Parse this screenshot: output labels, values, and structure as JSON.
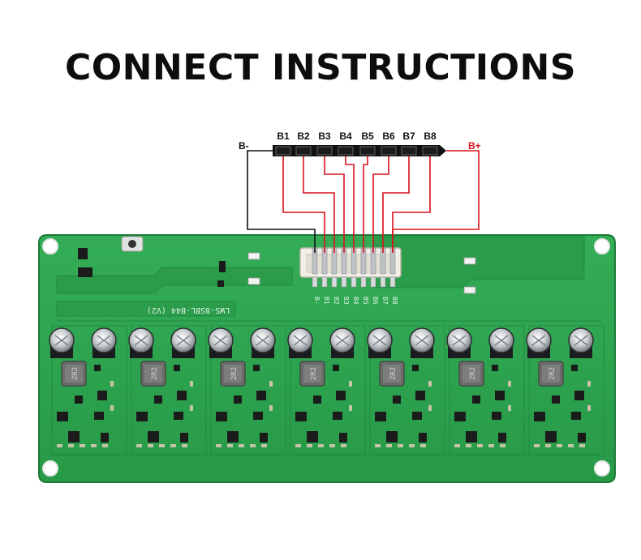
{
  "title": "CONNECT INSTRUCTIONS",
  "wiring": {
    "negative_label": "B-",
    "positive_label": "B+",
    "cell_labels": [
      "B1",
      "B2",
      "B3",
      "B4",
      "B5",
      "B6",
      "B7",
      "B8"
    ]
  },
  "board": {
    "model_text": "LWS-8SBL-B44 (V2)",
    "connector_pin_labels": [
      "B-",
      "B1",
      "B2",
      "B3",
      "B4",
      "B5",
      "B6",
      "B7",
      "B8"
    ],
    "inductor_marking": "2R2",
    "module_count": 7
  },
  "colors": {
    "pcb": "#2ea54f",
    "pcb_dark": "#1f8b3e",
    "wire_red": "#d8121b",
    "wire_black": "#111111"
  }
}
